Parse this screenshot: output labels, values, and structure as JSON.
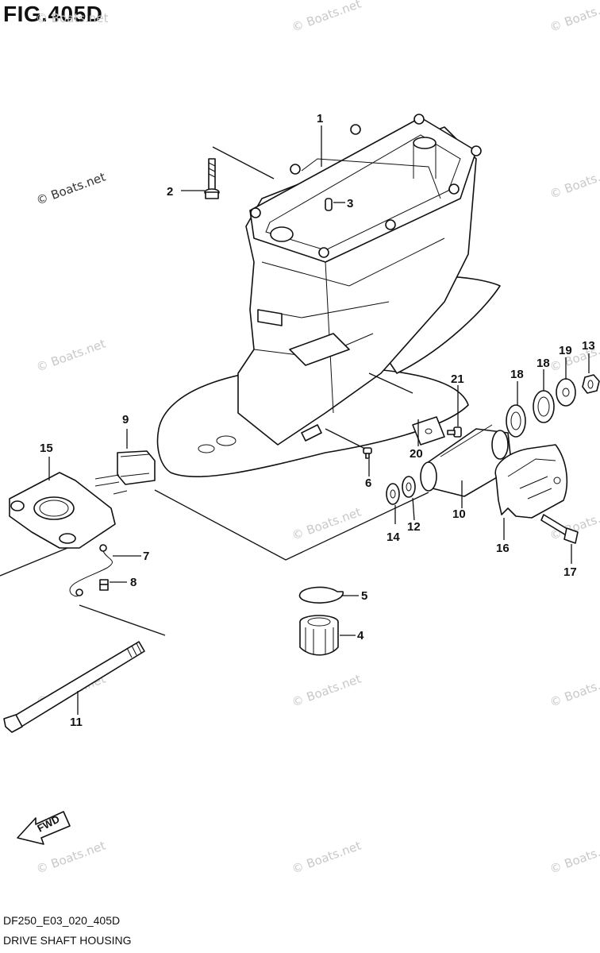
{
  "figure": {
    "title": "FIG.405D",
    "code": "DF250_E03_020_405D",
    "caption": "DRIVE SHAFT HOUSING",
    "fwd_label": "FWD"
  },
  "watermark": "© Boats.net",
  "callouts": [
    {
      "id": "p1",
      "label": "1"
    },
    {
      "id": "p2",
      "label": "2"
    },
    {
      "id": "p3",
      "label": "3"
    },
    {
      "id": "p4",
      "label": "4"
    },
    {
      "id": "p5",
      "label": "5"
    },
    {
      "id": "p6",
      "label": "6"
    },
    {
      "id": "p7",
      "label": "7"
    },
    {
      "id": "p8",
      "label": "8"
    },
    {
      "id": "p9",
      "label": "9"
    },
    {
      "id": "p10",
      "label": "10"
    },
    {
      "id": "p11",
      "label": "11"
    },
    {
      "id": "p12",
      "label": "12"
    },
    {
      "id": "p13",
      "label": "13"
    },
    {
      "id": "p14",
      "label": "14"
    },
    {
      "id": "p15",
      "label": "15"
    },
    {
      "id": "p16",
      "label": "16"
    },
    {
      "id": "p17",
      "label": "17"
    },
    {
      "id": "p18a",
      "label": "18"
    },
    {
      "id": "p18b",
      "label": "18"
    },
    {
      "id": "p19",
      "label": "19"
    },
    {
      "id": "p20",
      "label": "20"
    },
    {
      "id": "p21",
      "label": "21"
    }
  ]
}
